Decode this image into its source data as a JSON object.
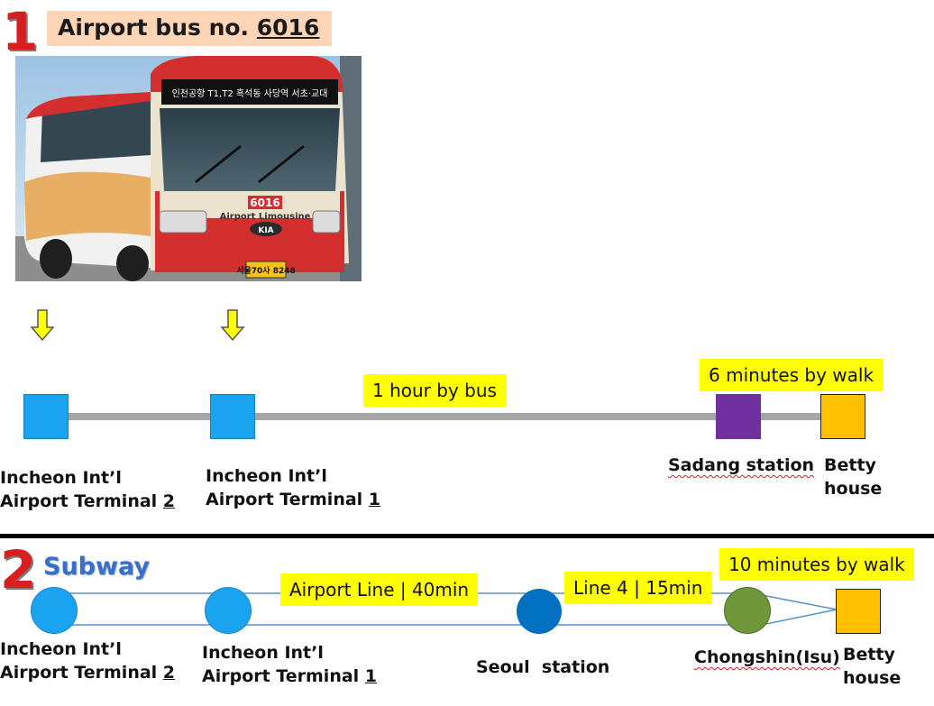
{
  "section1": {
    "number": "1",
    "title_prefix": "Airport bus no. ",
    "title_number": "6016",
    "bus_photo": {
      "route_sign": "인천공항 T1,T2  흑석동  사당역  서초·교대",
      "route_number": "6016",
      "side_text": "Airport Limousine",
      "brand": "KIA",
      "plate": "서울70사 8248"
    },
    "notes": {
      "bus": "1 hour by bus",
      "walk": "6 minutes by walk"
    },
    "stops": [
      {
        "line1": "Incheon Int’l",
        "line2_prefix": "Airport Terminal ",
        "line2_num": "2"
      },
      {
        "line1": "Incheon Int’l",
        "line2_prefix": "Airport Terminal ",
        "line2_num": "1"
      },
      {
        "line1": "Sadang station"
      },
      {
        "line1": "Betty",
        "line2": "house"
      }
    ],
    "colors": {
      "airport_stop": "#1aa3ee",
      "sadang": "#7030a0",
      "betty": "#ffc000",
      "line": "#a6a6a6",
      "arrow": "#ffff00"
    }
  },
  "section2": {
    "number": "2",
    "title": "Subway",
    "notes": {
      "airport_line": "Airport Line | 40min",
      "line4": "Line 4 | 15min",
      "walk": "10 minutes by walk"
    },
    "stops": [
      {
        "line1": "Incheon Int’l",
        "line2_prefix": "Airport Terminal ",
        "line2_num": "2"
      },
      {
        "line1": "Incheon Int’l",
        "line2_prefix": "Airport Terminal ",
        "line2_num": "1"
      },
      {
        "line1": "Seoul  station"
      },
      {
        "line1": "Chongshin(Isu)"
      },
      {
        "line1": "Betty",
        "line2": "house"
      }
    ],
    "colors": {
      "airport_stop": "#1aa3ee",
      "seoul": "#0070c0",
      "chongshin": "#70963a",
      "betty": "#ffc000",
      "line": "#5b8fc9"
    }
  }
}
